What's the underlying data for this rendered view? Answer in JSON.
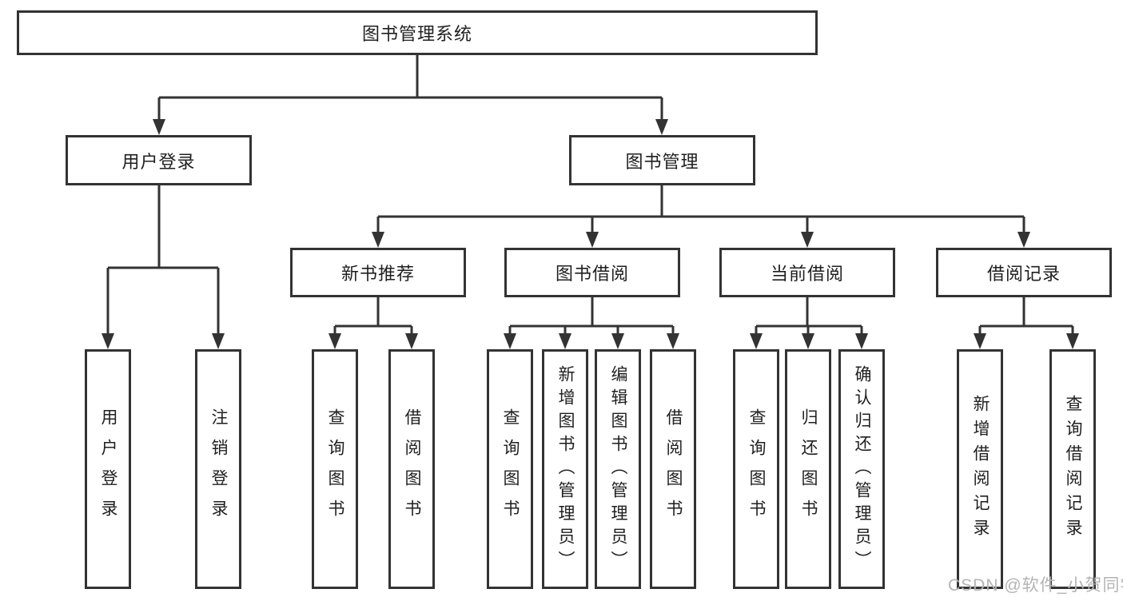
{
  "nodes": {
    "root": "图书管理系统",
    "user_login": "用户登录",
    "book_management": "图书管理",
    "new_book_recommend": "新书推荐",
    "book_borrow": "图书借阅",
    "current_borrow": "当前借阅",
    "borrow_records": "借阅记录",
    "leaf_user_login": "用户登录",
    "leaf_logout": "注销登录",
    "leaf_query_book_1": "查询图书",
    "leaf_borrow_book_1": "借阅图书",
    "leaf_query_book_2": "查询图书",
    "leaf_add_book": "新增图书（管理员）",
    "leaf_edit_book": "编辑图书（管理员）",
    "leaf_borrow_book_2": "借阅图书",
    "leaf_query_book_3": "查询图书",
    "leaf_return_book": "归还图书",
    "leaf_confirm_return": "确认归还（管理员）",
    "leaf_add_record": "新增借阅记录",
    "leaf_query_record": "查询借阅记录"
  },
  "hierarchy": {
    "图书管理系统": [
      "用户登录",
      "图书管理"
    ],
    "用户登录": [
      "用户登录",
      "注销登录"
    ],
    "图书管理": [
      "新书推荐",
      "图书借阅",
      "当前借阅",
      "借阅记录"
    ],
    "新书推荐": [
      "查询图书",
      "借阅图书"
    ],
    "图书借阅": [
      "查询图书",
      "新增图书（管理员）",
      "编辑图书（管理员）",
      "借阅图书"
    ],
    "当前借阅": [
      "查询图书",
      "归还图书",
      "确认归还（管理员）"
    ],
    "借阅记录": [
      "新增借阅记录",
      "查询借阅记录"
    ]
  },
  "watermark": "CSDN @软件_小贺同学",
  "colors": {
    "line": "#333333",
    "text": "#1f1f1f",
    "box_fill": "#ffffff",
    "watermark": "#b4b4b4",
    "background": "#ffffff"
  }
}
